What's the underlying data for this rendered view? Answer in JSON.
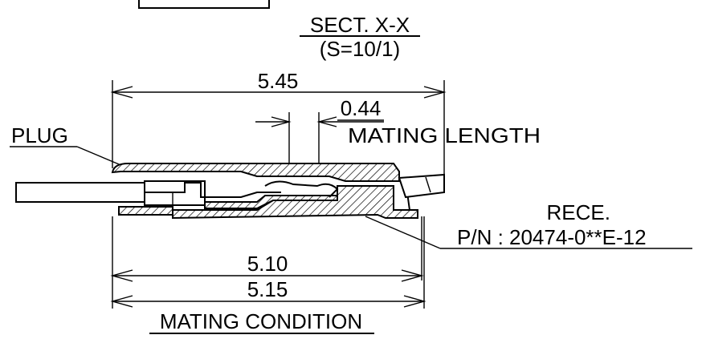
{
  "section": {
    "title": "SECT. X-X",
    "scale": "(S=10/1)"
  },
  "dimensions": {
    "overall_top": "5.45",
    "mating_gap": "0.44",
    "bottom_inner": "5.10",
    "bottom_outer": "5.15"
  },
  "labels": {
    "mating_length": "MATING LENGTH",
    "plug": "PLUG",
    "rece": "RECE.",
    "part_number": "P/N : 20474-0**E-12",
    "mating_condition": "MATING CONDITION"
  }
}
